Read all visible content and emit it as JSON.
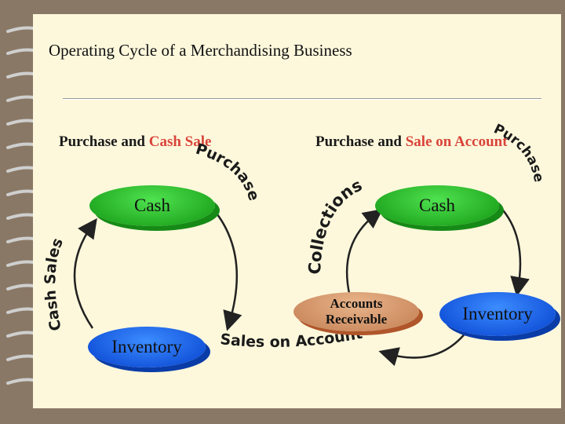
{
  "slide": {
    "title": "Operating Cycle of a Merchandising Business"
  },
  "left_diagram": {
    "heading_prefix": "Purchase and ",
    "heading_highlight": "Cash Sale",
    "cash_label": "Cash",
    "inventory_label": "Inventory",
    "arc_purchase": "Purchase",
    "arc_sales": "Cash Sales"
  },
  "right_diagram": {
    "heading_prefix": "Purchase and ",
    "heading_highlight": "Sale on Account",
    "cash_label": "Cash",
    "inventory_label": "Inventory",
    "receivable_label_line1": "Accounts",
    "receivable_label_line2": "Receivable",
    "arc_purchase": "Purchase",
    "arc_collections": "Collections",
    "arc_sales_on_account": "Sales on Account"
  },
  "colors": {
    "highlight": "#d9443a",
    "cash_node": "#22b822",
    "inventory_node": "#1a5ce6",
    "receivable_node": "#d9996a",
    "arrow": "#222222"
  }
}
